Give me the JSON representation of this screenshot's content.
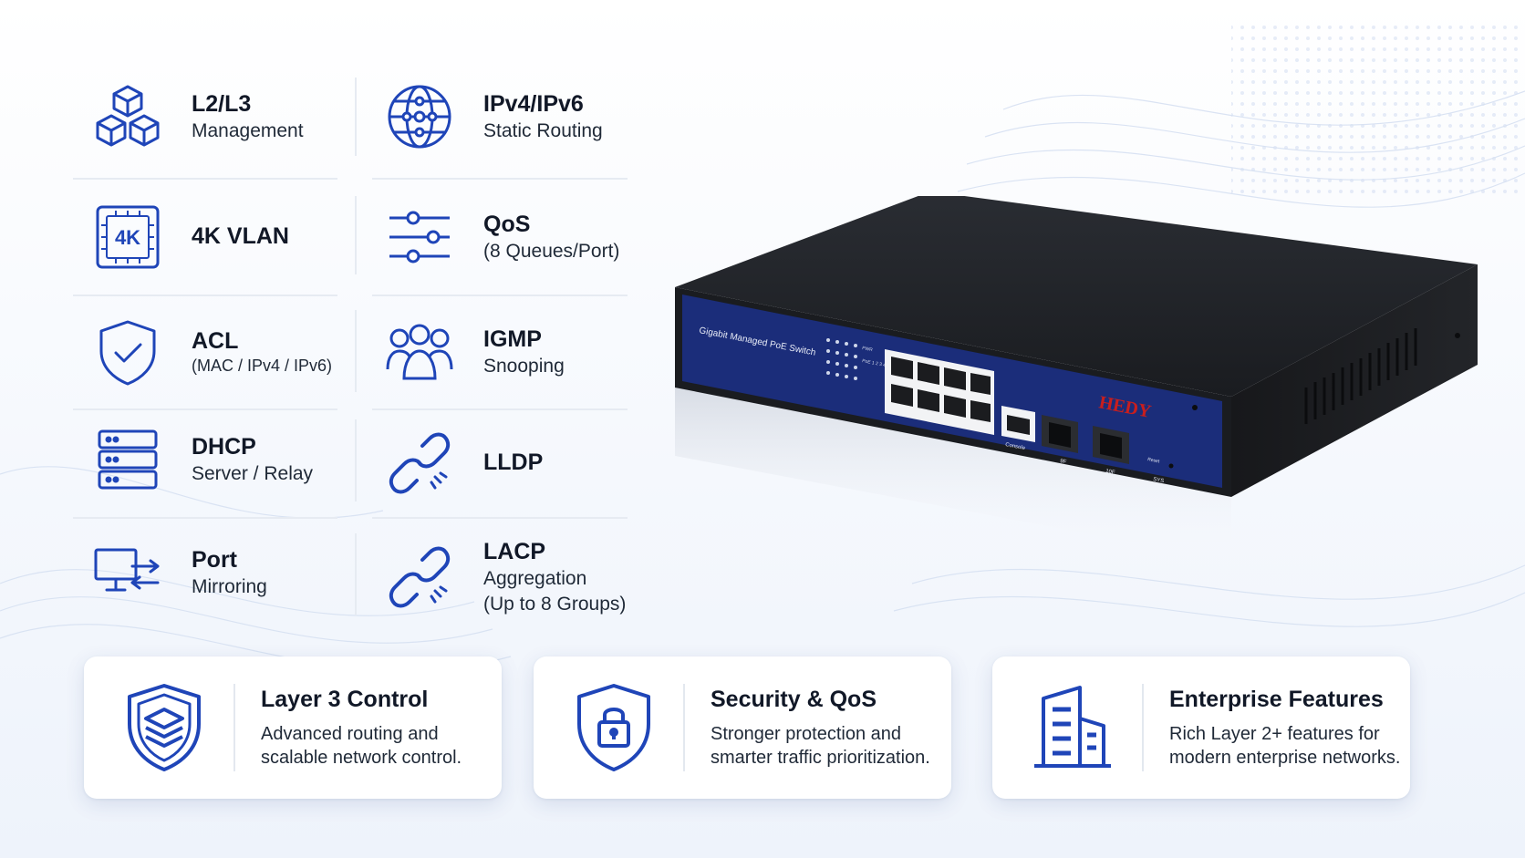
{
  "features": [
    {
      "id": "l2l3",
      "title": "L2/L3",
      "subtitle": "Management",
      "icon": "cubes-icon"
    },
    {
      "id": "ipv",
      "title": "IPv4/IPv6",
      "subtitle": "Static Routing",
      "icon": "globe-network-icon"
    },
    {
      "id": "vlan",
      "title": "4K VLAN",
      "subtitle": "",
      "icon": "chip-4k-icon",
      "icon_text": "4K"
    },
    {
      "id": "qos",
      "title": "QoS",
      "subtitle": "(8 Queues/Port)",
      "icon": "sliders-icon"
    },
    {
      "id": "acl",
      "title": "ACL",
      "subtitle": "(MAC / IPv4 / IPv6)",
      "icon": "shield-check-icon"
    },
    {
      "id": "igmp",
      "title": "IGMP",
      "subtitle": "Snooping",
      "icon": "users-group-icon"
    },
    {
      "id": "dhcp",
      "title": "DHCP",
      "subtitle": "Server / Relay",
      "icon": "server-stack-icon"
    },
    {
      "id": "lldp",
      "title": "LLDP",
      "subtitle": "",
      "icon": "link-icon"
    },
    {
      "id": "mirror",
      "title": "Port",
      "subtitle": "Mirroring",
      "icon": "monitor-arrows-icon"
    },
    {
      "id": "lacp",
      "title": "LACP",
      "subtitle": "Aggregation",
      "subtitle2": "(Up to 8 Groups)",
      "icon": "link-icon"
    }
  ],
  "cards": [
    {
      "title": "Layer 3 Control",
      "line1": "Advanced routing and",
      "line2": "scalable network control.",
      "icon": "shield-layers-icon"
    },
    {
      "title": "Security & QoS",
      "line1": "Stronger protection and",
      "line2": "smarter traffic prioritization.",
      "icon": "shield-lock-icon"
    },
    {
      "title": "Enterprise Features",
      "line1": "Rich Layer 2+ features for",
      "line2": "modern enterprise networks.",
      "icon": "buildings-icon"
    }
  ],
  "device": {
    "panel_label": "Gigabit Managed PoE Switch",
    "brand": "HEDY",
    "console_label": "Console",
    "sfp1_label": "9F",
    "sfp2_label": "10F",
    "reset_label": "Reset",
    "sys_label": "SYS",
    "led_label_pwr": "PWR",
    "led_label_poe": "PoE 1 2 3 4",
    "colors": {
      "body": "#1c1f24",
      "panel": "#1b2d7a",
      "brand": "#c81e1e"
    }
  },
  "colors": {
    "accent": "#1f45b8",
    "text": "#111827"
  }
}
